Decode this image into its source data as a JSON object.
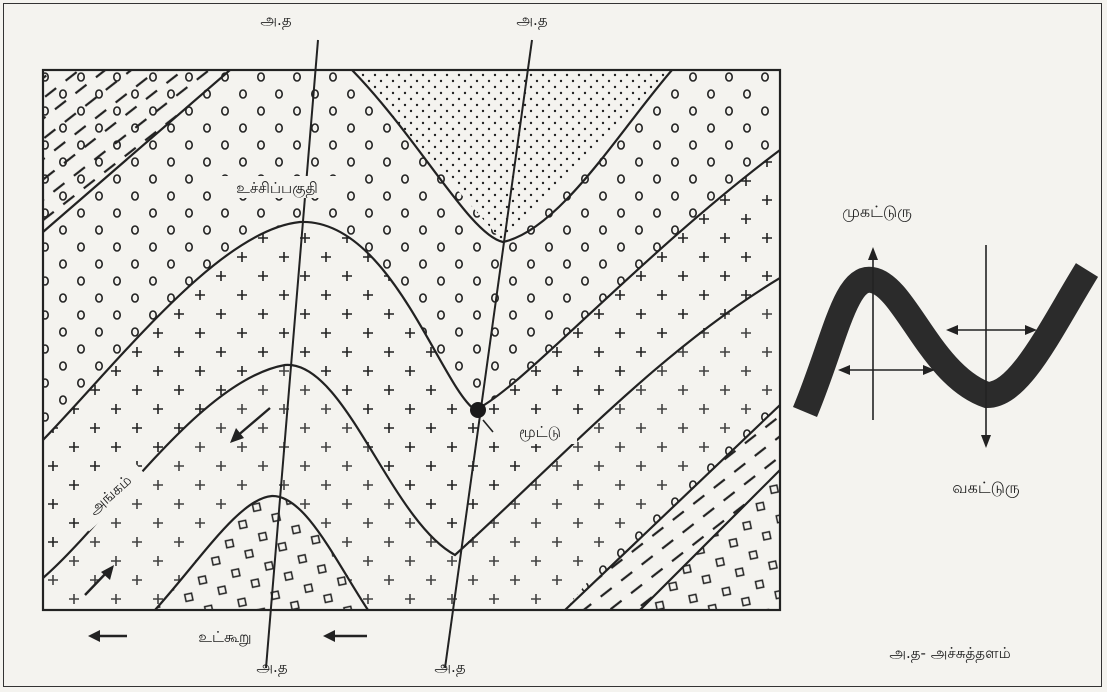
{
  "labels": {
    "axial_plane_abbrev": "அ.த",
    "crest": "உச்சிப்பகுதி",
    "trough": "மூட்டு",
    "limb": "அங்கம்",
    "core": "உட்கூறு",
    "anticline": "முகட்டுரு",
    "syncline": "வகட்டுரு",
    "legend": "அ.த- அச்சுத்தளம்"
  },
  "colors": {
    "ink": "#222222",
    "paper": "#f4f3ef",
    "fold_band": "#2b2b2b"
  }
}
